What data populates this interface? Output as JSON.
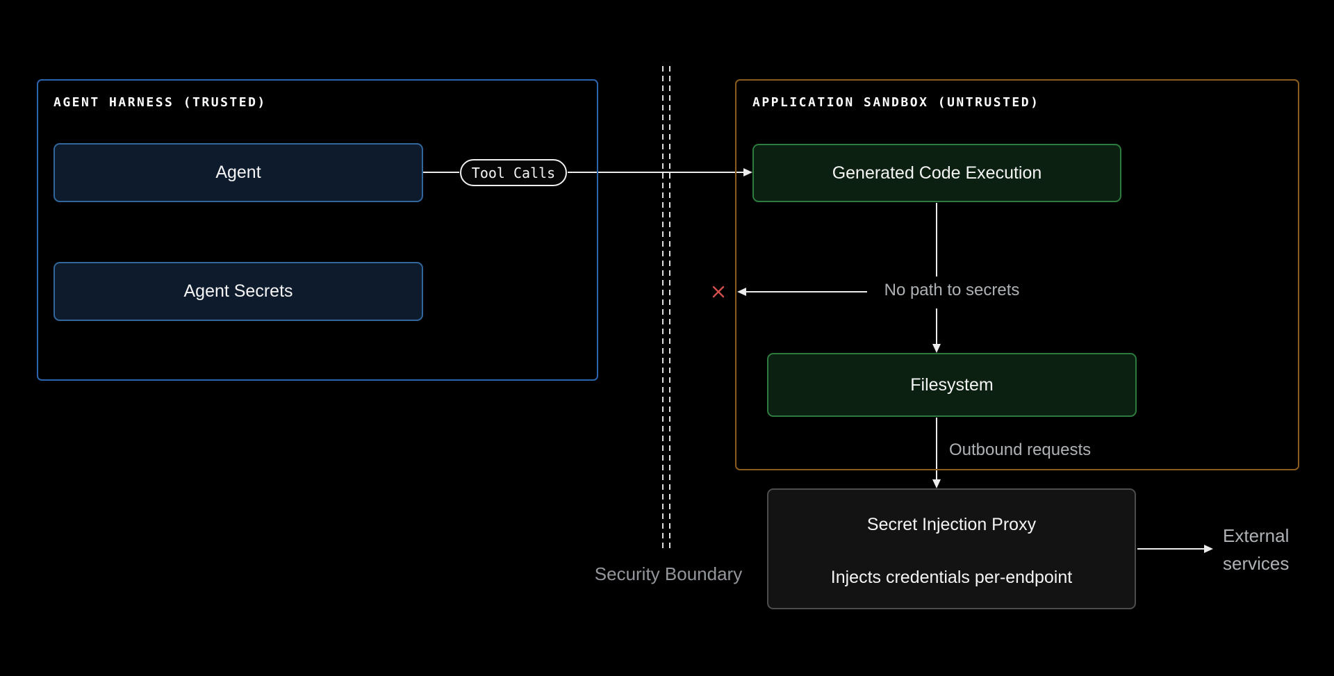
{
  "colors": {
    "background": "#000000",
    "harness_border": "#2a65ad",
    "agent_box_bg": "#0e1b2c",
    "agent_box_border": "#31679c",
    "sandbox_border": "#8a5c1d",
    "green_box_bg": "#0b2011",
    "green_box_border": "#2c7c3f",
    "proxy_bg": "#131313",
    "proxy_border": "#4d4d4d",
    "line": "#ececec",
    "label_gray": "#aeb2b5",
    "x_red": "#d4504c"
  },
  "harness": {
    "title": "AGENT HARNESS (TRUSTED)",
    "agent_label": "Agent",
    "secrets_label": "Agent Secrets"
  },
  "connector": {
    "tool_calls_label": "Tool Calls"
  },
  "sandbox": {
    "title": "APPLICATION SANDBOX (UNTRUSTED)",
    "gce_label": "Generated Code Execution",
    "filesystem_label": "Filesystem"
  },
  "proxy": {
    "title": "Secret Injection Proxy",
    "subtitle": "Injects credentials per-endpoint"
  },
  "annotations": {
    "no_path": "No path to secrets",
    "outbound": "Outbound requests",
    "external_line1": "External",
    "external_line2": "services",
    "security_boundary": "Security Boundary"
  }
}
